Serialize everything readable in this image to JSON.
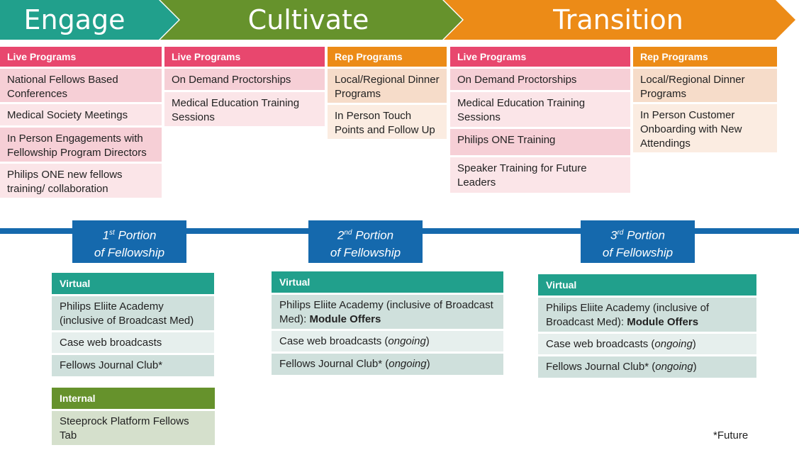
{
  "phases": [
    {
      "label": "Engage",
      "color": "#21a08c"
    },
    {
      "label": "Cultivate",
      "color": "#66922c"
    },
    {
      "label": "Transition",
      "color": "#ec8b17"
    }
  ],
  "columns": [
    {
      "kind": "live",
      "header": "Live Programs",
      "items": [
        "National Fellows Based Conferences",
        "Medical Society Meetings",
        "In Person Engagements with Fellowship Program Directors",
        "Philips ONE new fellows training/ collaboration"
      ]
    },
    {
      "kind": "live",
      "header": "Live Programs",
      "items": [
        "On Demand Proctorships",
        "Medical Education Training Sessions"
      ]
    },
    {
      "kind": "rep",
      "header": "Rep Programs",
      "items": [
        "Local/Regional Dinner Programs",
        "In Person Touch Points and Follow Up"
      ]
    },
    {
      "kind": "live",
      "header": "Live Programs",
      "items": [
        "On Demand Proctorships",
        "Medical Education Training Sessions",
        "Philips ONE Training",
        "Speaker Training for Future Leaders"
      ]
    },
    {
      "kind": "rep",
      "header": "Rep Programs",
      "items": [
        "Local/Regional Dinner Programs",
        "In Person Customer Onboarding with New Attendings"
      ]
    }
  ],
  "portions": [
    {
      "ord": "1",
      "sup": "st",
      "line1": "Portion",
      "line2": "of Fellowship"
    },
    {
      "ord": "2",
      "sup": "nd",
      "line1": "Portion",
      "line2": "of Fellowship"
    },
    {
      "ord": "3",
      "sup": "rd",
      "line1": "Portion",
      "line2": "of Fellowship"
    }
  ],
  "virtual": [
    {
      "header": "Virtual",
      "academy": "Philips Eliite Academy (inclusive of Broadcast Med)",
      "academy_bold": "",
      "case": "Case web broadcasts",
      "case_italic": "",
      "journal": "Fellows Journal Club*",
      "journal_italic": ""
    },
    {
      "header": "Virtual",
      "academy": "Philips Eliite Academy (inclusive of Broadcast Med): ",
      "academy_bold": "Module Offers",
      "case": "Case web broadcasts (",
      "case_italic": "ongoing",
      "journal": "Fellows Journal Club* (",
      "journal_italic": "ongoing"
    },
    {
      "header": "Virtual",
      "academy": "Philips Eliite Academy (inclusive of Broadcast Med): ",
      "academy_bold": "Module Offers",
      "case": "Case web broadcasts (",
      "case_italic": "ongoing",
      "journal": "Fellows Journal Club* (",
      "journal_italic": "ongoing"
    }
  ],
  "internal": {
    "header": "Internal",
    "item": "Steeprock Platform Fellows Tab"
  },
  "footnote": "*Future"
}
